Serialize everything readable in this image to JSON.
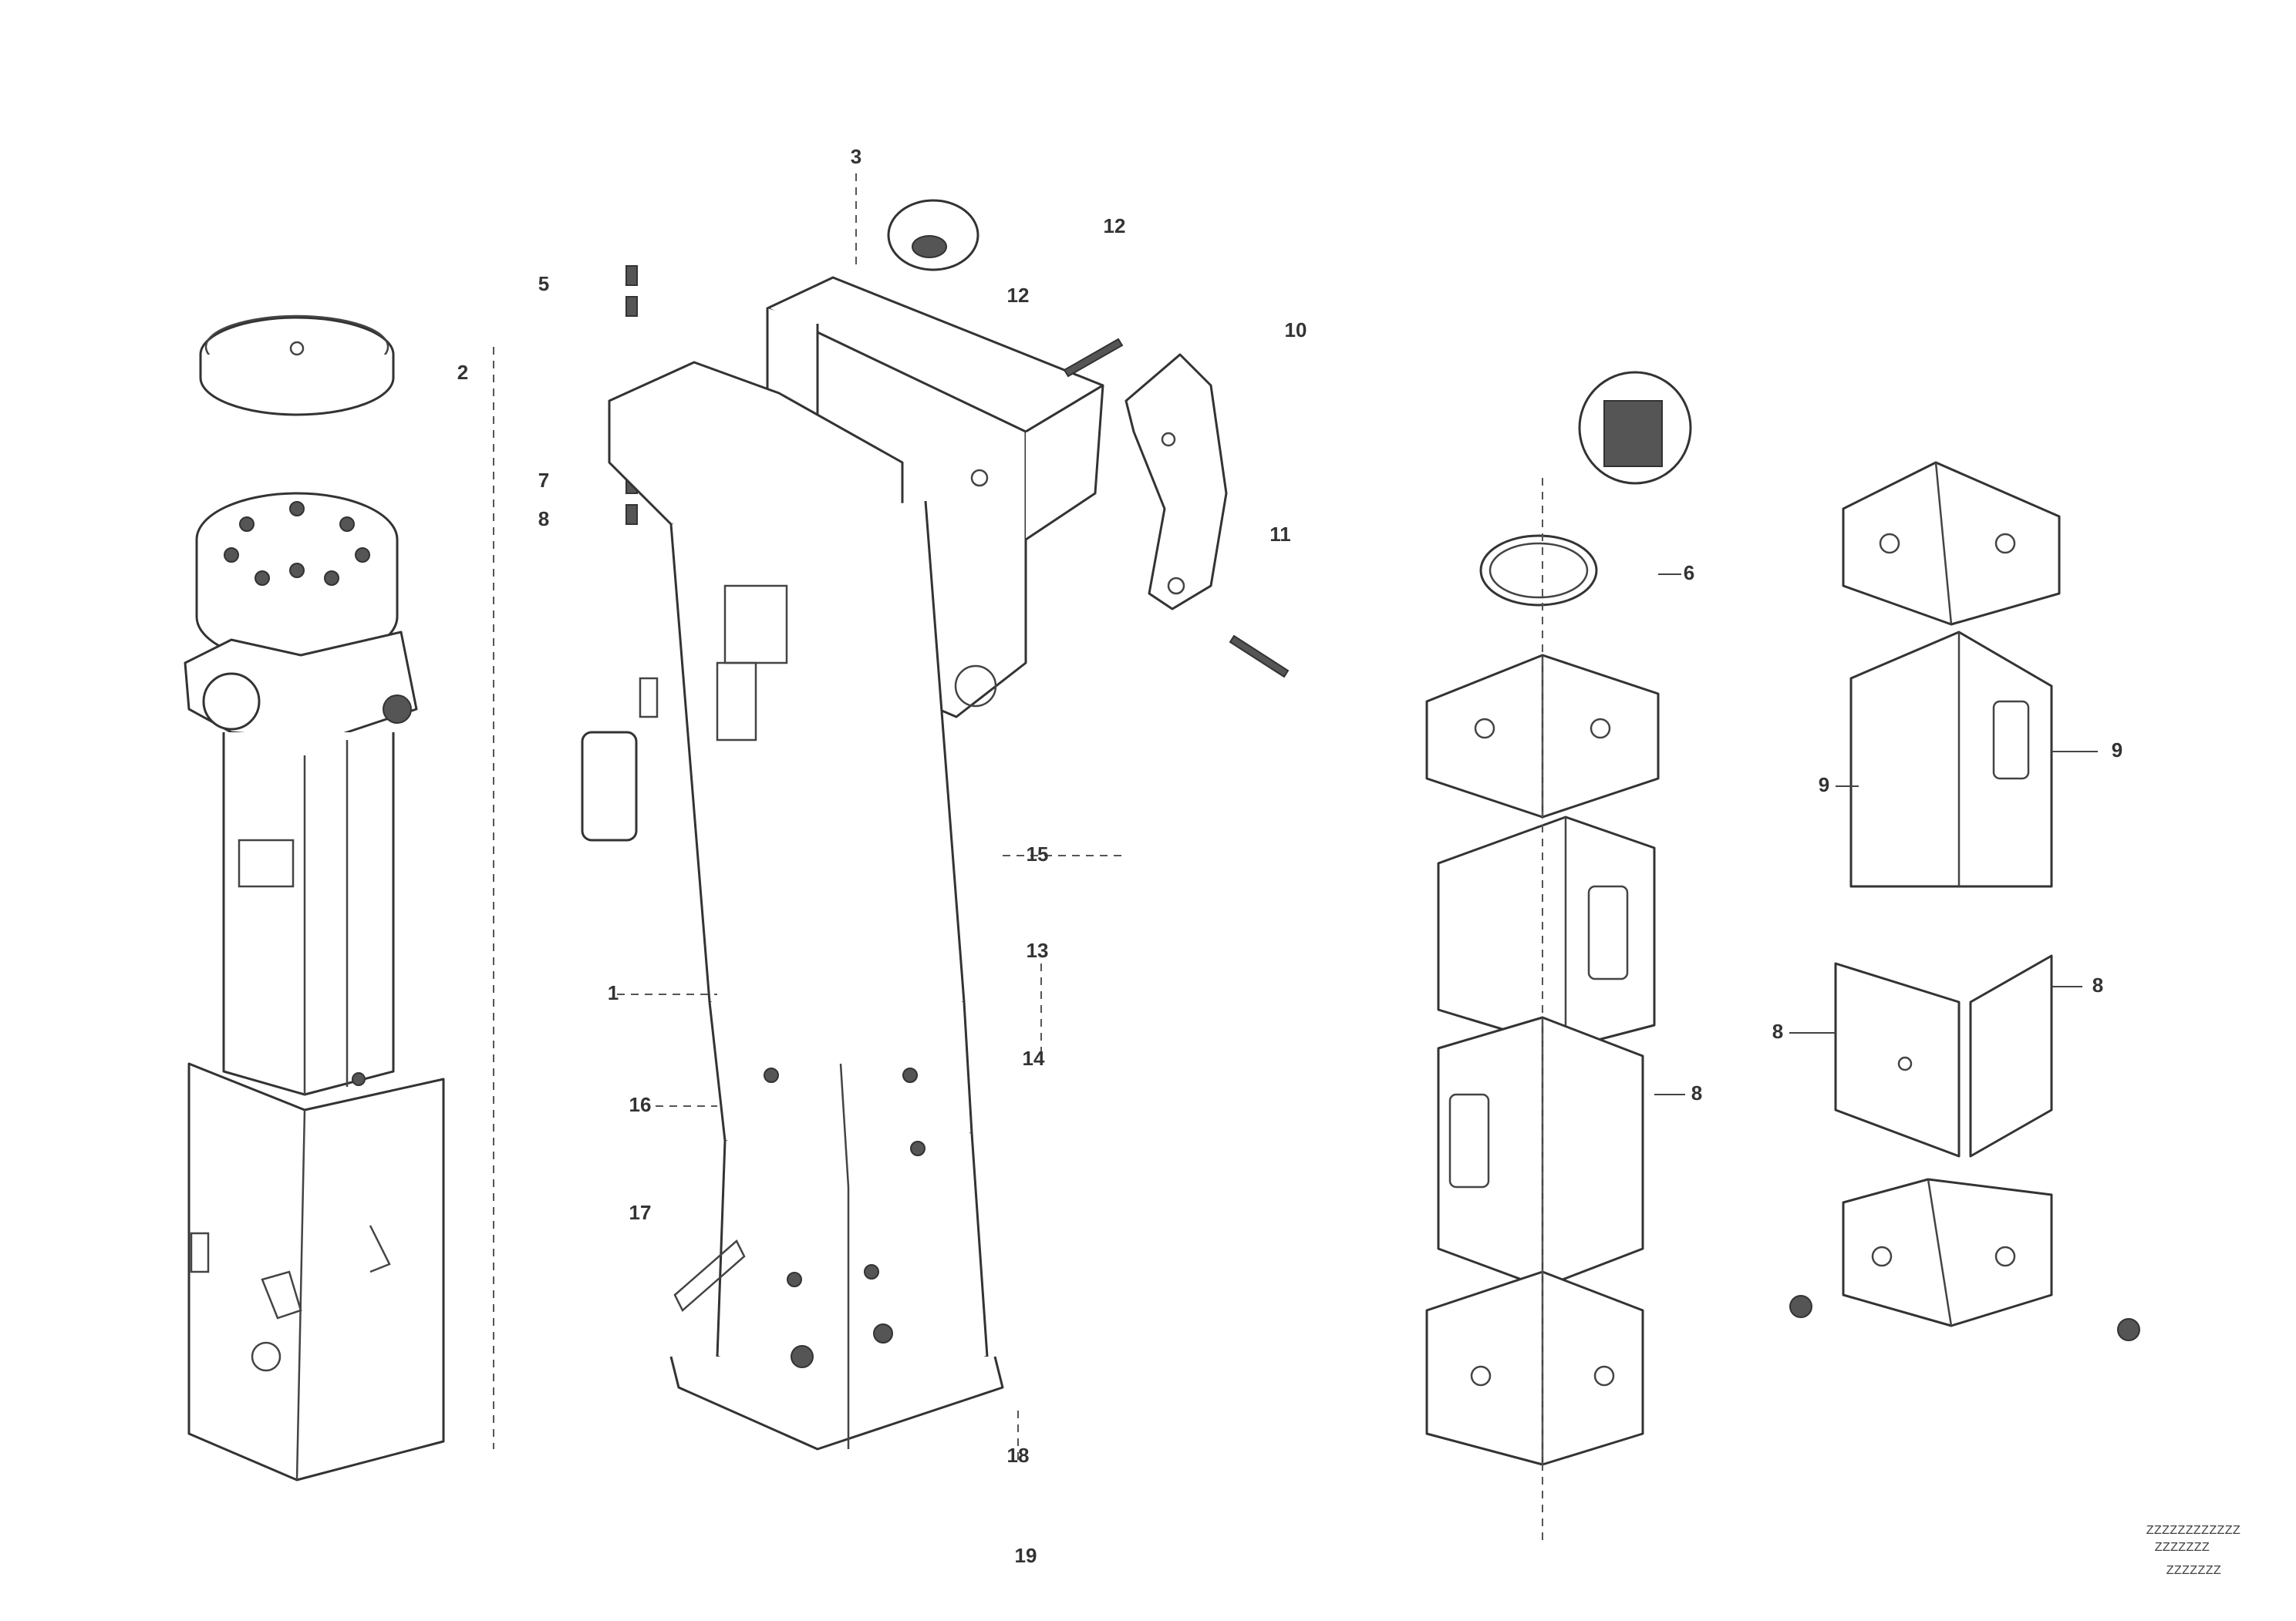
{
  "callouts": [
    {
      "id": "c-frame-top",
      "label": "3"
    },
    {
      "id": "c-hood-top",
      "label": "2"
    },
    {
      "id": "c-plug-top",
      "label": "12"
    },
    {
      "id": "c-bolt-top",
      "label": "12"
    },
    {
      "id": "c-bracket",
      "label": "10"
    },
    {
      "id": "c-bracket-pin",
      "label": "11"
    },
    {
      "id": "c-side-1",
      "label": "5"
    },
    {
      "id": "c-side-2",
      "label": "7"
    },
    {
      "id": "c-side-3",
      "label": "8"
    },
    {
      "id": "c-frame-mid",
      "label": "15"
    },
    {
      "id": "c-frame-a",
      "label": "1"
    },
    {
      "id": "c-frame-b",
      "label": "16"
    },
    {
      "id": "c-frame-c",
      "label": "13"
    },
    {
      "id": "c-frame-d",
      "label": "14"
    },
    {
      "id": "c-frame-e",
      "label": "17"
    },
    {
      "id": "c-bottom-1",
      "label": "18"
    },
    {
      "id": "c-bottom-2",
      "label": "19"
    },
    {
      "id": "c-ring",
      "label": "6"
    },
    {
      "id": "c-panel-r1",
      "label": "9"
    },
    {
      "id": "c-panel-r2",
      "label": "9"
    },
    {
      "id": "c-panel-r3",
      "label": "8"
    },
    {
      "id": "c-panel-r4",
      "label": "8"
    },
    {
      "id": "c-panel-l",
      "label": "8"
    }
  ],
  "reference": {
    "line1": "ZZZZZZZZZZZZ",
    "line2": "ZZZZZZZ",
    "line3": "ZZZZZZZ"
  }
}
